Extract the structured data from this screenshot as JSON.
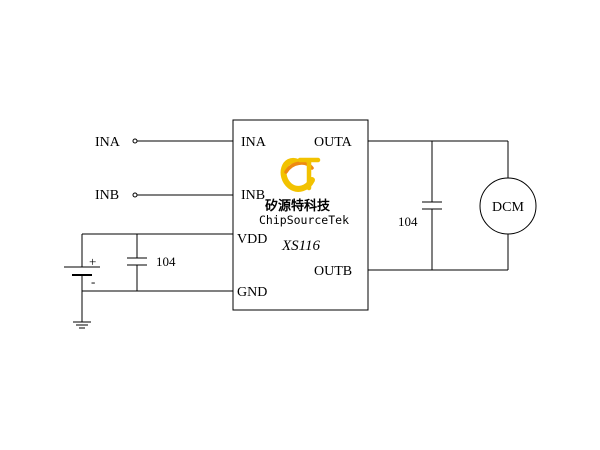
{
  "inputs": {
    "ina": "INA",
    "inb": "INB"
  },
  "chip": {
    "pins": {
      "ina": "INA",
      "inb": "INB",
      "vdd": "VDD",
      "gnd": "GND",
      "outa": "OUTA",
      "outb": "OUTB"
    },
    "logo_cn": "矽源特科技",
    "logo_en": "ChipSourceTek",
    "part_number": "XS116",
    "logo_colors": {
      "gold": "#f2c200",
      "orange": "#ee8a10"
    }
  },
  "cap_supply": "104",
  "cap_motor": "104",
  "battery": {
    "plus": "+",
    "minus": "-"
  },
  "motor": "DCM"
}
